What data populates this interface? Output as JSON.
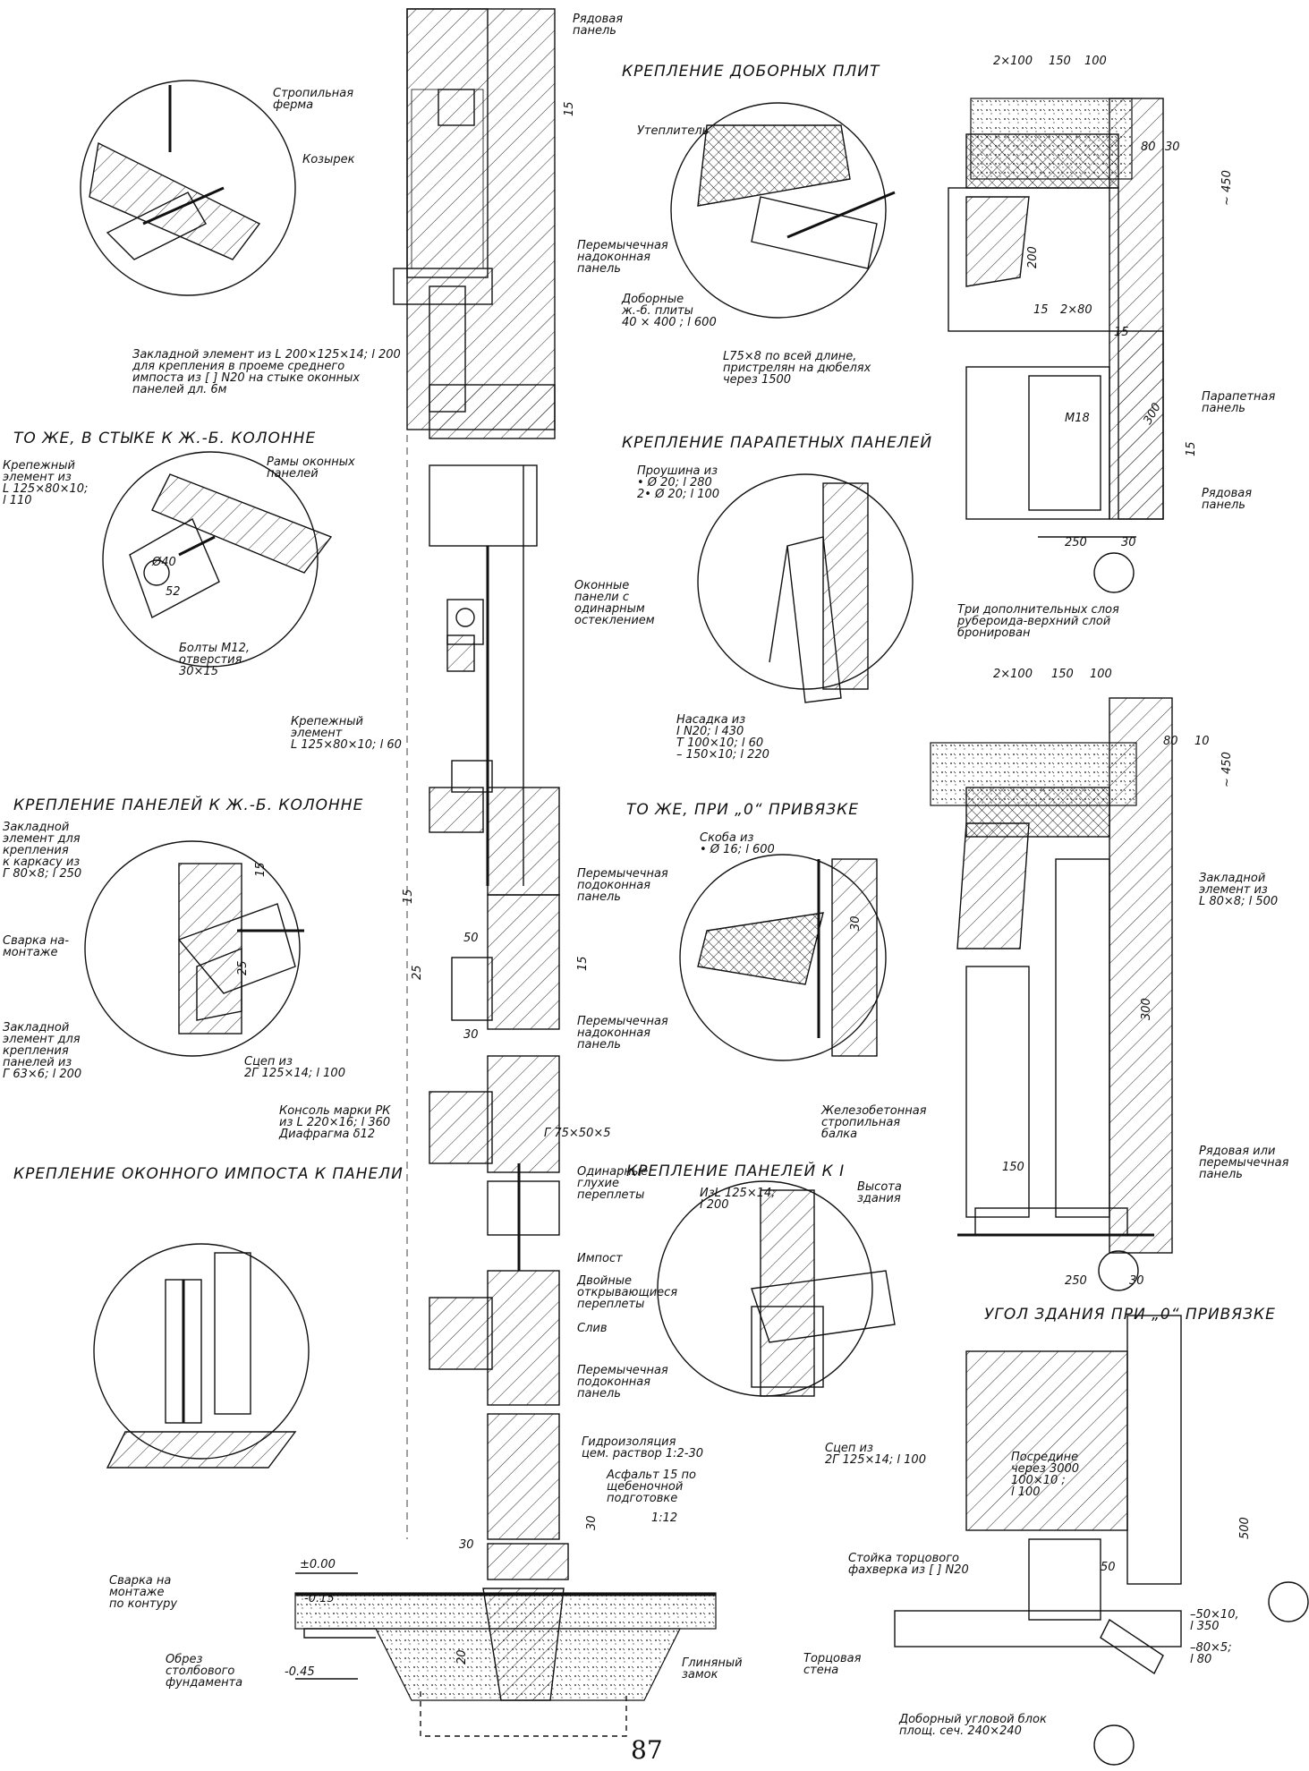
{
  "labels": {
    "ryad_panel_top": [
      "Рядовая",
      "панель"
    ],
    "strop_ferma": [
      "Стропильная",
      "ферма"
    ],
    "kozyrek": "Козырек",
    "zaklad_200": [
      "Закладной элемент из L 200×125×14; l 200",
      "для крепления в проеме среднего",
      "импоста из [ ] N20 на стыке оконных",
      "панелей дл. 6м"
    ],
    "title_dobornyh": "КРЕПЛЕНИЕ ДОБОРНЫХ ПЛИТ",
    "uteplitel": "Утеплитель",
    "peremych_nadokon_1": [
      "Перемычечная",
      "надоконная",
      "панель"
    ],
    "dobornye": [
      "Доборные",
      "ж.-б. плиты",
      "40 × 400 ; l 600"
    ],
    "l75": [
      "L75×8 по всей длине,",
      "пристрелян на дюбелях",
      "через 1500"
    ],
    "title_stik_kolonne": "ТО ЖЕ, В СТЫКЕ  К Ж.-Б. КОЛОННЕ",
    "krepezh_125_80_10": [
      "Крепежный",
      "элемент из",
      "L 125×80×10;",
      "l 110"
    ],
    "ramy_okonnyh": [
      "Рамы оконных",
      "панелей"
    ],
    "phi40": "Ø40",
    "d52": "52",
    "bolty": [
      "Болты М12,",
      "отверстия",
      "30×15"
    ],
    "okonnye_paneli": [
      "Оконные",
      "панели с",
      "одинарным",
      "остеклением"
    ],
    "title_parapetnyh": "КРЕПЛЕНИЕ ПАРАПЕТНЫХ ПАНЕЛЕЙ",
    "proushina": [
      "Проушина из",
      "• Ø 20; l 280",
      "2• Ø 20; l 100"
    ],
    "nasadka": [
      "Насадка из",
      "I N20; l 430",
      "T 100×10; l 60",
      "– 150×10; l 220"
    ],
    "krepezh_el_160": [
      "Крепежный",
      "элемент",
      "L 125×80×10; l 60"
    ],
    "title_panelei_kolonne": "КРЕПЛЕНИЕ ПАНЕЛЕЙ К Ж.-Б. КОЛОННЕ",
    "zaklad_karkas": [
      "Закладной",
      "элемент для",
      "крепления",
      "к каркасу из",
      "Г 80×8; l 250"
    ],
    "svarka_montazh": [
      "Сварка на-",
      "монтаже"
    ],
    "zaklad_panelei": [
      "Закладной",
      "элемент для",
      "крепления",
      "панелей из",
      "Г 63×6; l 200"
    ],
    "scep_100": [
      "Сцеп из",
      "2Г 125×14; l 100"
    ],
    "title_0_privyazke": "ТО ЖЕ, ПРИ „0“ ПРИВЯЗКЕ",
    "skoba": [
      "Скоба из",
      "• Ø 16; l 600"
    ],
    "peremych_podokon_1": [
      "Перемычечная",
      "подоконная",
      "панель"
    ],
    "peremych_nadokon_2": [
      "Перемычечная",
      "надоконная",
      "панель"
    ],
    "konsol": [
      "Консоль марки РК",
      "из L 220×16; l 360",
      "Диафрагма δ12"
    ],
    "g75": "Г 75×50×5",
    "odinarnye": [
      "Одинарные",
      "глухие",
      "переплеты"
    ],
    "impost": "Импост",
    "dvoinye": [
      "Двойные",
      "открывающиеся",
      "переплеты"
    ],
    "sliv": "Слив",
    "peremych_podokon_2": [
      "Перемычечная",
      "подоконная",
      "панель"
    ],
    "gidroizol": [
      "Гидроизоляция",
      "цем. раствор 1:2-30"
    ],
    "asfalt": [
      "Асфальт 15 по",
      "щебеночной",
      "подготовке"
    ],
    "slope": "1:12",
    "title_impost": "КРЕПЛЕНИЕ ОКОННОГО ИМПОСТА К ПАНЕЛИ",
    "svarka_kontur": [
      "Сварка на",
      "монтаже",
      "по контуру"
    ],
    "obrez": [
      "Обрез",
      "столбового",
      "фундамента"
    ],
    "glin_zamok": [
      "Глиняный",
      "замок"
    ],
    "title_k_I": "КРЕПЛЕНИЕ ПАНЕЛЕЙ К I",
    "iz_l125": [
      "ИзL 125×14;",
      "l 200"
    ],
    "vysota": [
      "Высота",
      "здания"
    ],
    "scep_100b": [
      "Сцеп из",
      "2Г 125×14; l 100"
    ],
    "m18": "М18",
    "parapet_panel": [
      "Парапетная",
      "панель"
    ],
    "ryad_panel": [
      "Рядовая",
      "панель"
    ],
    "tri_sloya": [
      "Три дополнительных слоя",
      "рубероида-верхний слой",
      "бронирован"
    ],
    "zaklad_80": [
      "Закладной",
      "элемент из",
      "L 80×8; l 500"
    ],
    "zhb_balka": [
      "Железобетонная",
      "стропильная",
      "балка"
    ],
    "ryad_ili": [
      "Рядовая или",
      "перемычечная",
      "панель"
    ],
    "title_ugol": "УГОЛ ЗДАНИЯ ПРИ „0“ ПРИВЯЗКЕ",
    "posredine": [
      "Посредине",
      "через 3000",
      "100×10 ;",
      "l 100"
    ],
    "stoika": [
      "Стойка торцового",
      "фахверка из [ ] N20"
    ],
    "d50_10": [
      "–50×10,",
      "l 350"
    ],
    "d80_5": [
      "–80×5;",
      "l 80"
    ],
    "torcovaya": [
      "Торцовая",
      "стена"
    ],
    "dobornyi_blok": [
      "Доборный угловой блок",
      "площ. сеч. 240×240"
    ]
  },
  "dims": {
    "d15a": "15",
    "d2x100": "2×100",
    "d150": "150",
    "d100": "100",
    "d80": "80",
    "d30": "30",
    "d450": "~ 450",
    "d200": "200",
    "d15b": "15",
    "d2x80": "2×80",
    "d15c": "15",
    "d300": "300",
    "d15d": "15",
    "d250": "250",
    "d30b": "30",
    "d2x100b": "2×100",
    "d150b": "150",
    "d100b": "100",
    "d80b": "80",
    "d10b": "10",
    "d450b": "~ 450",
    "d300b": "300",
    "d150c": "150",
    "d250b": "250",
    "d30c": "30",
    "d50": "50",
    "d25": "25",
    "d15e": "15",
    "d30d": "30",
    "d30e": "30",
    "d15f": "15",
    "d20": "20",
    "d30f": "30",
    "d15g": "15",
    "d25b": "25",
    "d30g": "30",
    "d500": "500",
    "d50b": "50"
  },
  "levels": {
    "l0": "±0.00",
    "l015": "-0.15",
    "l045": "-0.45"
  },
  "page_number": "87"
}
